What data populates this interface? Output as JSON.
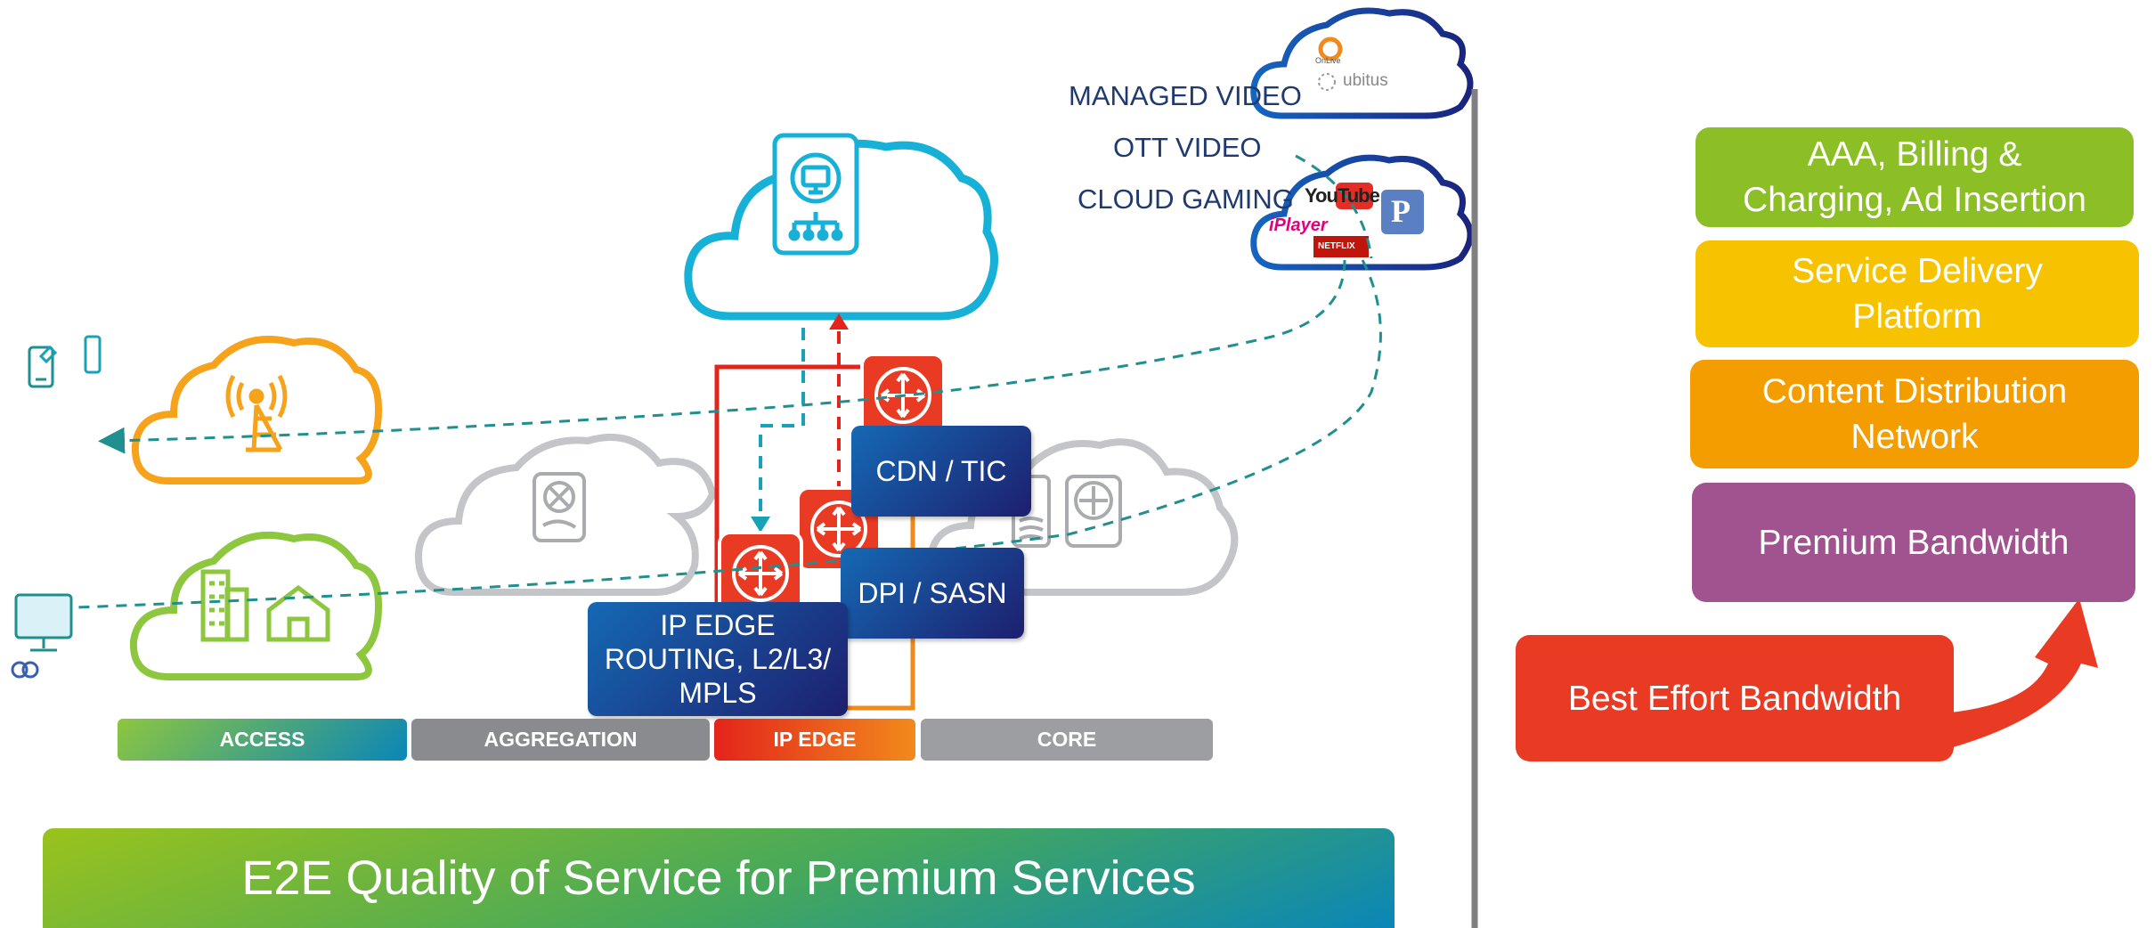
{
  "layers": {
    "access": "ACCESS",
    "aggregation": "AGGREGATION",
    "ip_edge": "IP EDGE",
    "core": "CORE"
  },
  "functions": {
    "cdn_tic": "CDN / TIC",
    "dpi_sasn": "DPI / SASN",
    "ip_edge_routing": "IP EDGE\nROUTING, L2/L3/\nMPLS"
  },
  "services": {
    "managed_video": "MANAGED VIDEO",
    "ott_video": "OTT VIDEO",
    "cloud_gaming": "CLOUD GAMING"
  },
  "brand_logos": {
    "onlive": "OnLive",
    "ubitus": "ubitus",
    "youtube": "YouTube",
    "iplayer": "iPlayer",
    "pandora": "P",
    "netflix": "NETFLIX"
  },
  "e2e_banner": "E2E Quality of Service for Premium Services",
  "stack": {
    "aaa": "AAA, Billing &\nCharging, Ad Insertion",
    "sdp": "Service Delivery\nPlatform",
    "cdn": "Content Distribution\nNetwork",
    "premium": "Premium Bandwidth",
    "best_effort": "Best Effort Bandwidth"
  },
  "colors": {
    "access_green": "#8dc63f",
    "blue_teal": "#0a86b8",
    "grey": "#8a8b8e",
    "ip_edge_red": "#e4241b",
    "ip_edge_orange": "#f18a1c",
    "navy": "#1b2f78",
    "aaa_green": "#8cbf26",
    "sdp_yellow": "#f7c300",
    "cdn_orange": "#f39d00",
    "premium_purple": "#a0538f",
    "best_effort_red": "#e93a24"
  }
}
